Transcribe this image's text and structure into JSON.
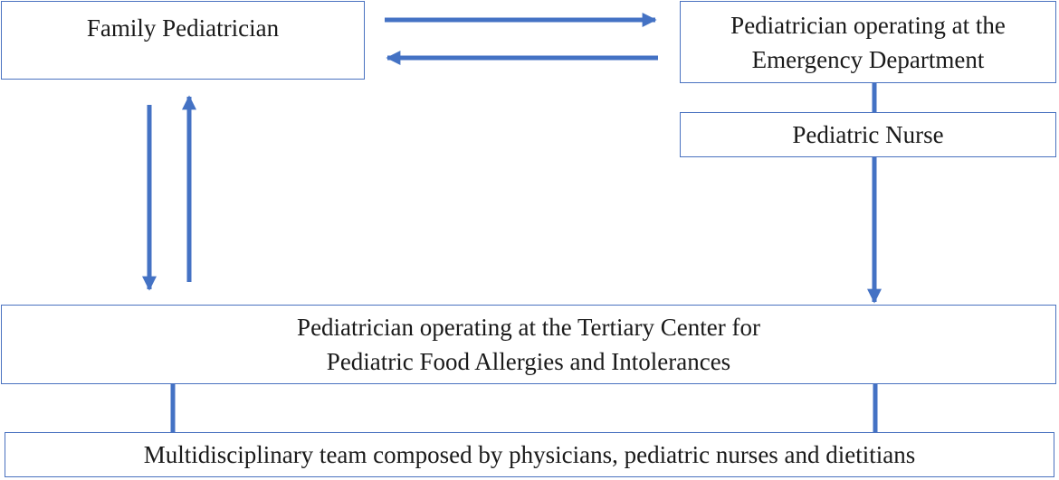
{
  "nodes": {
    "family_pediatrician": {
      "label": "Family Pediatrician"
    },
    "emergency_pediatrician": {
      "line1": "Pediatrician operating at the",
      "line2": "Emergency Department"
    },
    "pediatric_nurse": {
      "label": "Pediatric Nurse"
    },
    "tertiary_center": {
      "line1": "Pediatrician operating at the Tertiary Center for",
      "line2": "Pediatric Food Allergies and Intolerances"
    },
    "multidisciplinary_team": {
      "label": "Multidisciplinary team composed by physicians, pediatric nurses and dietitians"
    }
  },
  "edges": [
    {
      "from": "family_pediatrician",
      "to": "emergency_pediatrician",
      "type": "arrow"
    },
    {
      "from": "emergency_pediatrician",
      "to": "family_pediatrician",
      "type": "arrow"
    },
    {
      "from": "family_pediatrician",
      "to": "tertiary_center",
      "type": "arrow"
    },
    {
      "from": "tertiary_center",
      "to": "family_pediatrician",
      "type": "arrow"
    },
    {
      "from": "emergency_pediatrician",
      "to": "pediatric_nurse",
      "type": "line"
    },
    {
      "from": "pediatric_nurse",
      "to": "tertiary_center",
      "type": "arrow"
    },
    {
      "from": "tertiary_center",
      "to": "multidisciplinary_team",
      "type": "line"
    }
  ],
  "colors": {
    "box_border": "#4a72c0",
    "connector": "#4472c4",
    "text": "#1a1a1a",
    "background": "#ffffff"
  }
}
